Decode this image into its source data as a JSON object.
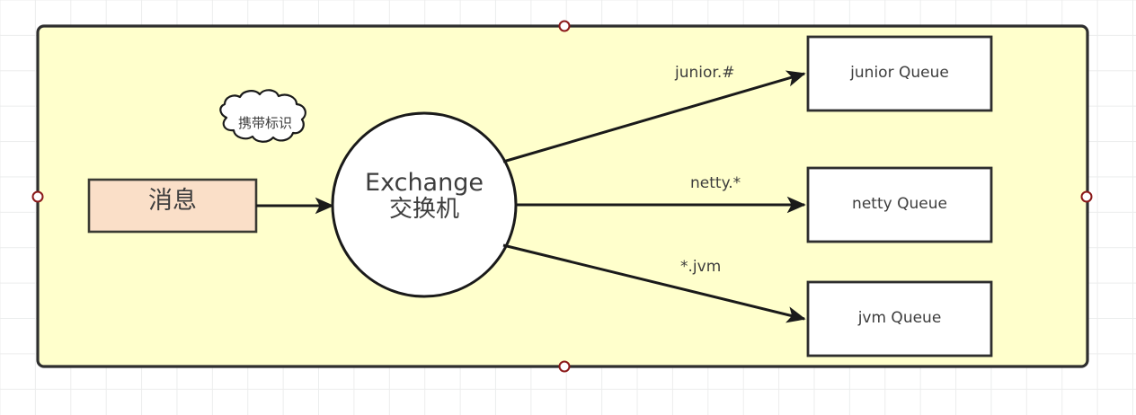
{
  "canvas": {
    "grid": true,
    "background_color": "#ffffff",
    "grid_color": "#eceded"
  },
  "container": {
    "name": "diagram-container",
    "fill_color": "#ffffcc",
    "stroke_color": "#2e2e2e",
    "selected": true,
    "handles": [
      "top-center",
      "left-middle",
      "right-middle",
      "bottom-center"
    ],
    "handle_fill": "#ffffff",
    "handle_stroke": "#8b1a1a"
  },
  "nodes": {
    "message": {
      "label": "消息",
      "fill_color": "#fadfc8",
      "stroke_color": "#2e2e2e"
    },
    "exchange": {
      "line1": "Exchange",
      "line2": "交换机",
      "fill_color": "#ffffff",
      "stroke_color": "#1a1a1a"
    },
    "tag": {
      "label": "携带标识",
      "shape": "cloud",
      "fill_color": "#ffffff",
      "stroke_color": "#1a1a1a"
    }
  },
  "queues": [
    {
      "label": "junior Queue",
      "fill_color": "#ffffff",
      "stroke_color": "#2e2e2e"
    },
    {
      "label": "netty Queue",
      "fill_color": "#ffffff",
      "stroke_color": "#2e2e2e"
    },
    {
      "label": "jvm Queue",
      "fill_color": "#ffffff",
      "stroke_color": "#2e2e2e"
    }
  ],
  "routes": [
    {
      "label": "junior.#",
      "from": "exchange",
      "to": "junior Queue"
    },
    {
      "label": "netty.*",
      "from": "exchange",
      "to": "netty Queue"
    },
    {
      "label": "*.jvm",
      "from": "exchange",
      "to": "jvm Queue"
    }
  ],
  "edges": {
    "message_to_exchange": {
      "label": ""
    }
  }
}
